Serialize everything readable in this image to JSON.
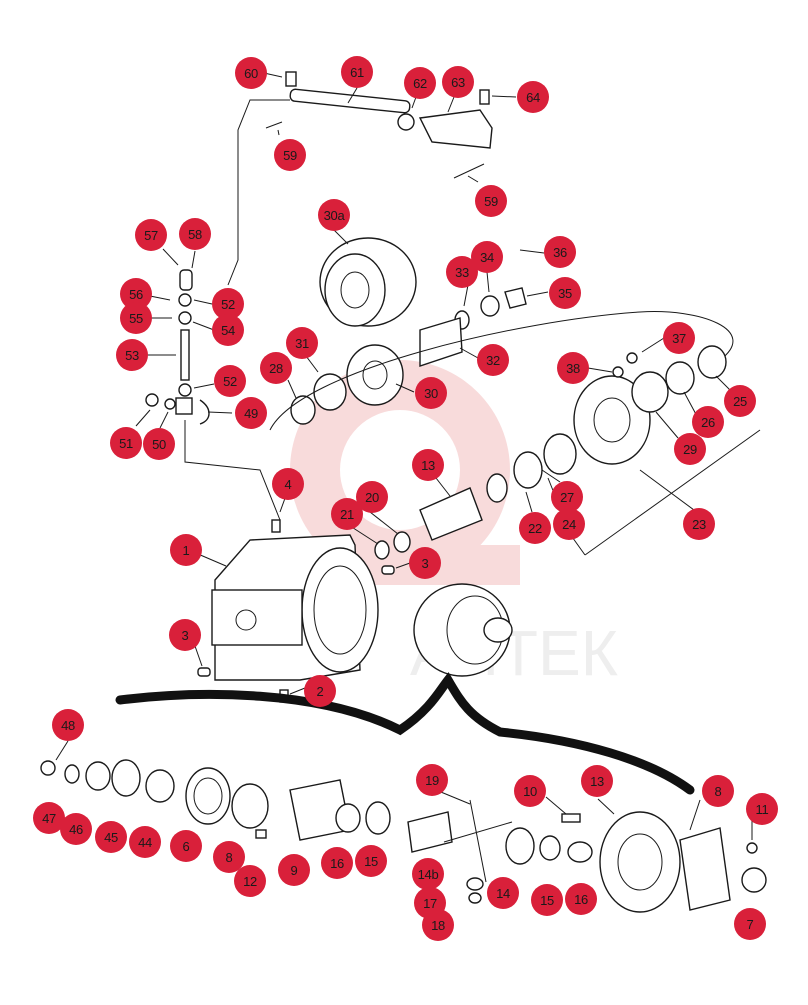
{
  "diagram": {
    "watermark_text": "АНТЕК",
    "colors": {
      "badge": "#d9203a",
      "badge_text": "#1a1a1a",
      "line": "#1a1a1a",
      "watermark": "#f3c6c6"
    },
    "callouts": [
      {
        "id": "c60",
        "label": "60"
      },
      {
        "id": "c61",
        "label": "61"
      },
      {
        "id": "c62",
        "label": "62"
      },
      {
        "id": "c63",
        "label": "63"
      },
      {
        "id": "c64",
        "label": "64"
      },
      {
        "id": "c59a",
        "label": "59"
      },
      {
        "id": "c59b",
        "label": "59"
      },
      {
        "id": "c30a",
        "label": "30a"
      },
      {
        "id": "c57",
        "label": "57"
      },
      {
        "id": "c58",
        "label": "58"
      },
      {
        "id": "c36",
        "label": "36"
      },
      {
        "id": "c33",
        "label": "33"
      },
      {
        "id": "c34",
        "label": "34"
      },
      {
        "id": "c35",
        "label": "35"
      },
      {
        "id": "c56",
        "label": "56"
      },
      {
        "id": "c52a",
        "label": "52"
      },
      {
        "id": "c55",
        "label": "55"
      },
      {
        "id": "c54",
        "label": "54"
      },
      {
        "id": "c31",
        "label": "31"
      },
      {
        "id": "c32",
        "label": "32"
      },
      {
        "id": "c37",
        "label": "37"
      },
      {
        "id": "c53",
        "label": "53"
      },
      {
        "id": "c28",
        "label": "28"
      },
      {
        "id": "c38",
        "label": "38"
      },
      {
        "id": "c52b",
        "label": "52"
      },
      {
        "id": "c30",
        "label": "30"
      },
      {
        "id": "c25",
        "label": "25"
      },
      {
        "id": "c49",
        "label": "49"
      },
      {
        "id": "c51",
        "label": "51"
      },
      {
        "id": "c50",
        "label": "50"
      },
      {
        "id": "c26",
        "label": "26"
      },
      {
        "id": "c29",
        "label": "29"
      },
      {
        "id": "c13a",
        "label": "13"
      },
      {
        "id": "c4",
        "label": "4"
      },
      {
        "id": "c20",
        "label": "20"
      },
      {
        "id": "c21",
        "label": "21"
      },
      {
        "id": "c27",
        "label": "27"
      },
      {
        "id": "c22",
        "label": "22"
      },
      {
        "id": "c24",
        "label": "24"
      },
      {
        "id": "c23",
        "label": "23"
      },
      {
        "id": "c1",
        "label": "1"
      },
      {
        "id": "c3a",
        "label": "3"
      },
      {
        "id": "c3b",
        "label": "3"
      },
      {
        "id": "c2",
        "label": "2"
      },
      {
        "id": "c48",
        "label": "48"
      },
      {
        "id": "c19",
        "label": "19"
      },
      {
        "id": "c10",
        "label": "10"
      },
      {
        "id": "c13b",
        "label": "13"
      },
      {
        "id": "c8a",
        "label": "8"
      },
      {
        "id": "c11",
        "label": "11"
      },
      {
        "id": "c47",
        "label": "47"
      },
      {
        "id": "c46",
        "label": "46"
      },
      {
        "id": "c45",
        "label": "45"
      },
      {
        "id": "c44",
        "label": "44"
      },
      {
        "id": "c6",
        "label": "6"
      },
      {
        "id": "c8b",
        "label": "8"
      },
      {
        "id": "c9",
        "label": "9"
      },
      {
        "id": "c16a",
        "label": "16"
      },
      {
        "id": "c15a",
        "label": "15"
      },
      {
        "id": "c12",
        "label": "12"
      },
      {
        "id": "c14b",
        "label": "14b"
      },
      {
        "id": "c14",
        "label": "14"
      },
      {
        "id": "c15b",
        "label": "15"
      },
      {
        "id": "c16b",
        "label": "16"
      },
      {
        "id": "c17",
        "label": "17"
      },
      {
        "id": "c18",
        "label": "18"
      },
      {
        "id": "c7",
        "label": "7"
      }
    ]
  }
}
